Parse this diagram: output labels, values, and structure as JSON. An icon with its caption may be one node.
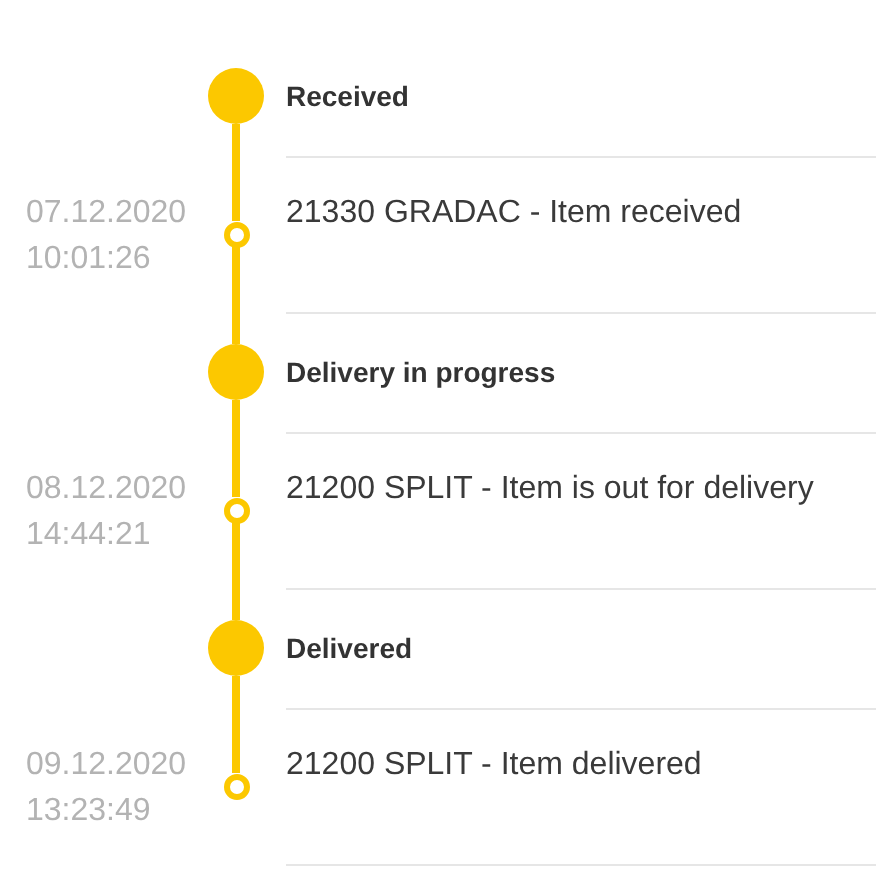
{
  "diagram": {
    "nodes": [
      {
        "text": [],
        "shape": "circle",
        "beside": [
          "Received"
        ]
      },
      {
        "text": [],
        "shape": "ring",
        "beside": [
          "07.12.2020 10:01:26",
          "21330 GRADAC - Item received"
        ]
      },
      {
        "text": [],
        "shape": "circle",
        "beside": [
          "Delivery in progress"
        ]
      },
      {
        "text": [],
        "shape": "ring",
        "beside": [
          "08.12.2020 14:44:21",
          "21200 SPLIT - Item is out for delivery"
        ]
      },
      {
        "text": [],
        "shape": "circle",
        "beside": [
          "Delivered"
        ]
      },
      {
        "text": [],
        "shape": "ring",
        "beside": [
          "09.12.2020 13:23:49",
          "21200 SPLIT - Item delivered"
        ]
      }
    ],
    "edges": [
      {
        "from": 0,
        "to": 1,
        "arrow": "none"
      },
      {
        "from": 1,
        "to": 2,
        "arrow": "none"
      },
      {
        "from": 2,
        "to": 3,
        "arrow": "none"
      },
      {
        "from": 3,
        "to": 4,
        "arrow": "none"
      },
      {
        "from": 4,
        "to": 5,
        "arrow": "none"
      }
    ]
  }
}
